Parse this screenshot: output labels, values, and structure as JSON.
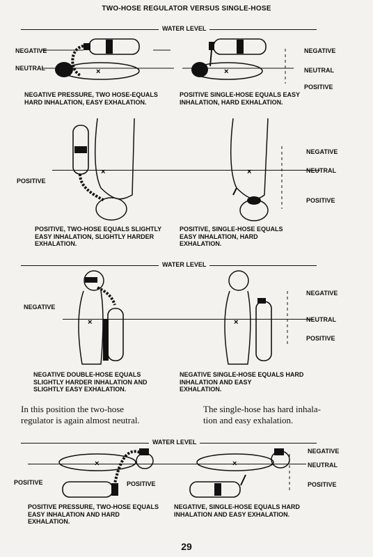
{
  "page": {
    "title": "TWO-HOSE REGULATOR VERSUS SINGLE-HOSE",
    "water_level": "WATER LEVEL",
    "page_number": "29"
  },
  "labels": {
    "negative": "NEGATIVE",
    "neutral": "NEUTRAL",
    "positive": "POSITIVE"
  },
  "captions": {
    "c1": "NEGATIVE PRESSURE, TWO HOSE-EQUALS\nHARD INHALATION, EASY EXHALATION.",
    "c2": "POSITIVE SINGLE-HOSE EQUALS EASY\nINHALATION, HARD EXHALATION.",
    "c3": "POSITIVE, TWO-HOSE EQUALS SLIGHTLY\nEASY INHALATION, SLIGHTLY HARDER\nEXHALATION.",
    "c4": "POSITIVE, SINGLE-HOSE EQUALS\nEASY INHALATION, HARD\nEXHALATION.",
    "c5": "NEGATIVE DOUBLE-HOSE EQUALS\nSLIGHTLY HARDER INHALATION AND\nSLIGHTLY EASY EXHALATION.",
    "c6": "NEGATIVE SINGLE-HOSE EQUALS HARD\nINHALATION AND EASY\nEXHALATION.",
    "c7": "POSITIVE PRESSURE, TWO-HOSE EQUALS\nEASY INHALATION AND HARD\nEXHALATION.",
    "c8": "NEGATIVE, SINGLE-HOSE EQUALS HARD\nINHALATION AND EASY EXHALATION."
  },
  "text": {
    "left_paragraph": "In this position the two-hose\nregulator is again almost neutral.",
    "right_paragraph": "The single-hose has hard inhala-\ntion and easy exhalation."
  }
}
